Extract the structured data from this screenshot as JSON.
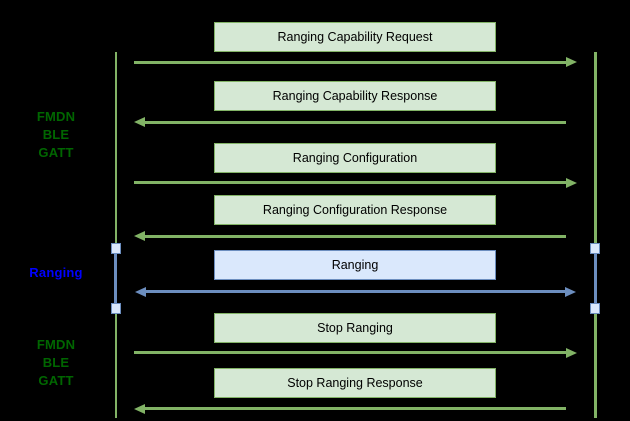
{
  "colors": {
    "background": "#000000",
    "green_accent": "#82b366",
    "green_fill": "#d5e8d4",
    "green_label_text": "#006600",
    "blue_accent": "#6c8ebf",
    "blue_fill": "#dae8fc",
    "blue_label_text": "#0000ff",
    "message_text": "#000000"
  },
  "side_labels": [
    {
      "lines": [
        "FMDN",
        "BLE",
        "GATT"
      ]
    },
    {
      "lines": [
        "Ranging"
      ]
    },
    {
      "lines": [
        "FMDN",
        "BLE",
        "GATT"
      ]
    }
  ],
  "messages": [
    {
      "label": "Ranging Capability Request",
      "direction": "right",
      "theme": "green"
    },
    {
      "label": "Ranging Capability Response",
      "direction": "left",
      "theme": "green"
    },
    {
      "label": "Ranging Configuration",
      "direction": "right",
      "theme": "green"
    },
    {
      "label": "Ranging Configuration Response",
      "direction": "left",
      "theme": "green"
    },
    {
      "label": "Ranging",
      "direction": "both",
      "theme": "blue"
    },
    {
      "label": "Stop Ranging",
      "direction": "right",
      "theme": "green"
    },
    {
      "label": "Stop Ranging Response",
      "direction": "left",
      "theme": "green"
    }
  ]
}
